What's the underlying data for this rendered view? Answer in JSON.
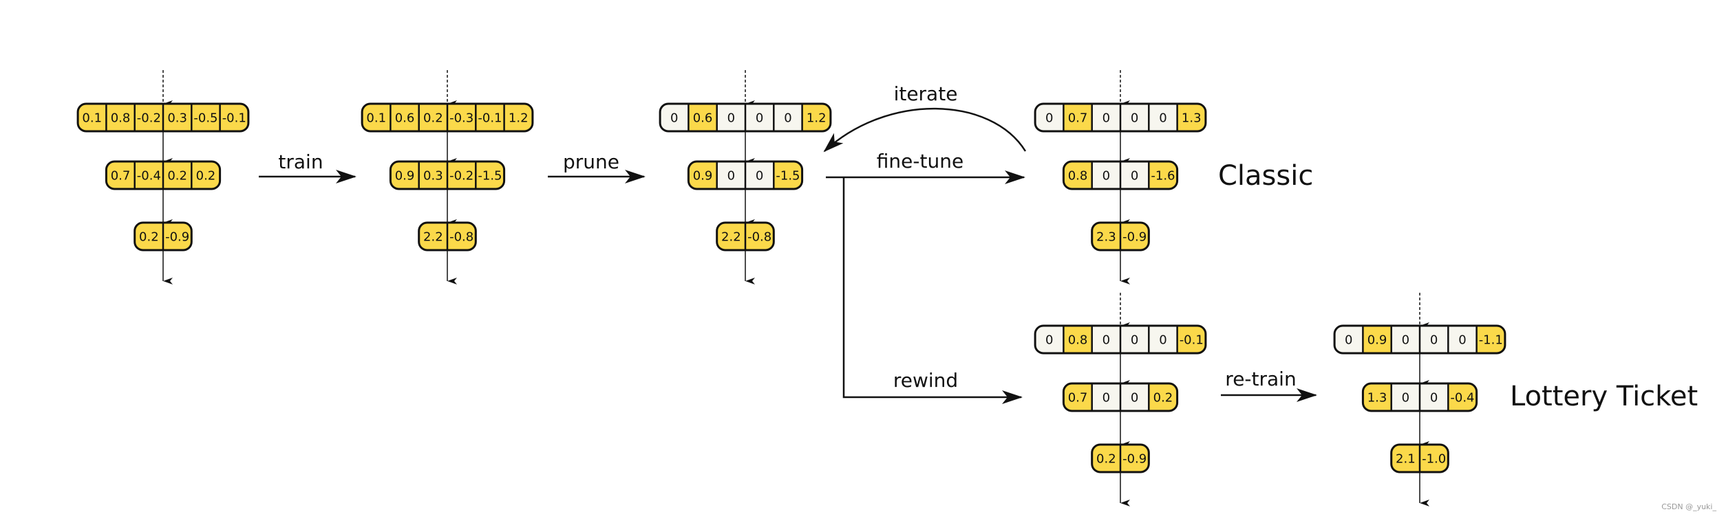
{
  "labels": {
    "train": "train",
    "prune": "prune",
    "iterate": "iterate",
    "fine_tune": "fine-tune",
    "rewind": "rewind",
    "re_train": "re-train",
    "classic": "Classic",
    "lottery_ticket": "Lottery Ticket"
  },
  "colors": {
    "active_cell": "#fbd94a",
    "pruned_cell": "#f7f6ef",
    "stroke": "#111111"
  },
  "networks": {
    "initial": [
      [
        "0.1",
        "0.8",
        "-0.2",
        "0.3",
        "-0.5",
        "-0.1"
      ],
      [
        "0.7",
        "-0.4",
        "0.2",
        "0.2"
      ],
      [
        "0.2",
        "-0.9"
      ]
    ],
    "trained": [
      [
        "0.1",
        "0.6",
        "0.2",
        "-0.3",
        "-0.1",
        "1.2"
      ],
      [
        "0.9",
        "0.3",
        "-0.2",
        "-1.5"
      ],
      [
        "2.2",
        "-0.8"
      ]
    ],
    "pruned": [
      [
        "0",
        "0.6",
        "0",
        "0",
        "0",
        "1.2"
      ],
      [
        "0.9",
        "0",
        "0",
        "-1.5"
      ],
      [
        "2.2",
        "-0.8"
      ]
    ],
    "classic": [
      [
        "0",
        "0.7",
        "0",
        "0",
        "0",
        "1.3"
      ],
      [
        "0.8",
        "0",
        "0",
        "-1.6"
      ],
      [
        "2.3",
        "-0.9"
      ]
    ],
    "rewound": [
      [
        "0",
        "0.8",
        "0",
        "0",
        "0",
        "-0.1"
      ],
      [
        "0.7",
        "0",
        "0",
        "0.2"
      ],
      [
        "0.2",
        "-0.9"
      ]
    ],
    "lottery_ticket": [
      [
        "0",
        "0.9",
        "0",
        "0",
        "0",
        "-1.1"
      ],
      [
        "1.3",
        "0",
        "0",
        "-0.4"
      ],
      [
        "2.1",
        "-1.0"
      ]
    ]
  },
  "watermark": "CSDN @_yuki_"
}
